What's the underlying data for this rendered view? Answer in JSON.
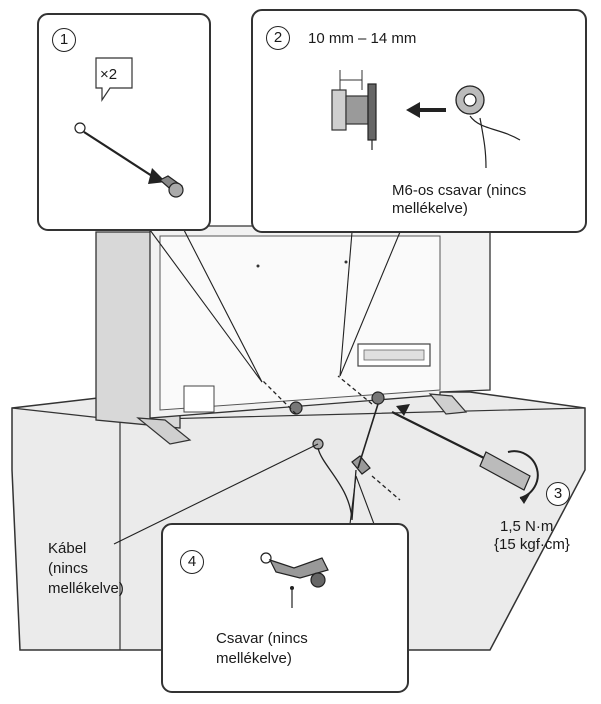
{
  "steps": [
    {
      "number": "1"
    },
    {
      "number": "2"
    },
    {
      "number": "3"
    },
    {
      "number": "4"
    }
  ],
  "callout_1": {
    "quantity": "×2"
  },
  "callout_2": {
    "length_range": "10 mm – 14 mm",
    "screw_label_line1": "M6-os csavar (nincs",
    "screw_label_line2": "mellékelve)"
  },
  "torque": {
    "line1": "1,5 N·m",
    "line2": "{15 kgf·cm}"
  },
  "cable": {
    "line1": "Kábel",
    "line2": "(nincs",
    "line3": "mellékelve)"
  },
  "callout_4": {
    "screw_label_line1": "Csavar (nincs",
    "screw_label_line2": "mellékelve)"
  },
  "colors": {
    "line": "#222222",
    "shade": "#e6e6e6",
    "mid": "#bdbdbd",
    "dark": "#555555",
    "panel_border": "#333333"
  }
}
